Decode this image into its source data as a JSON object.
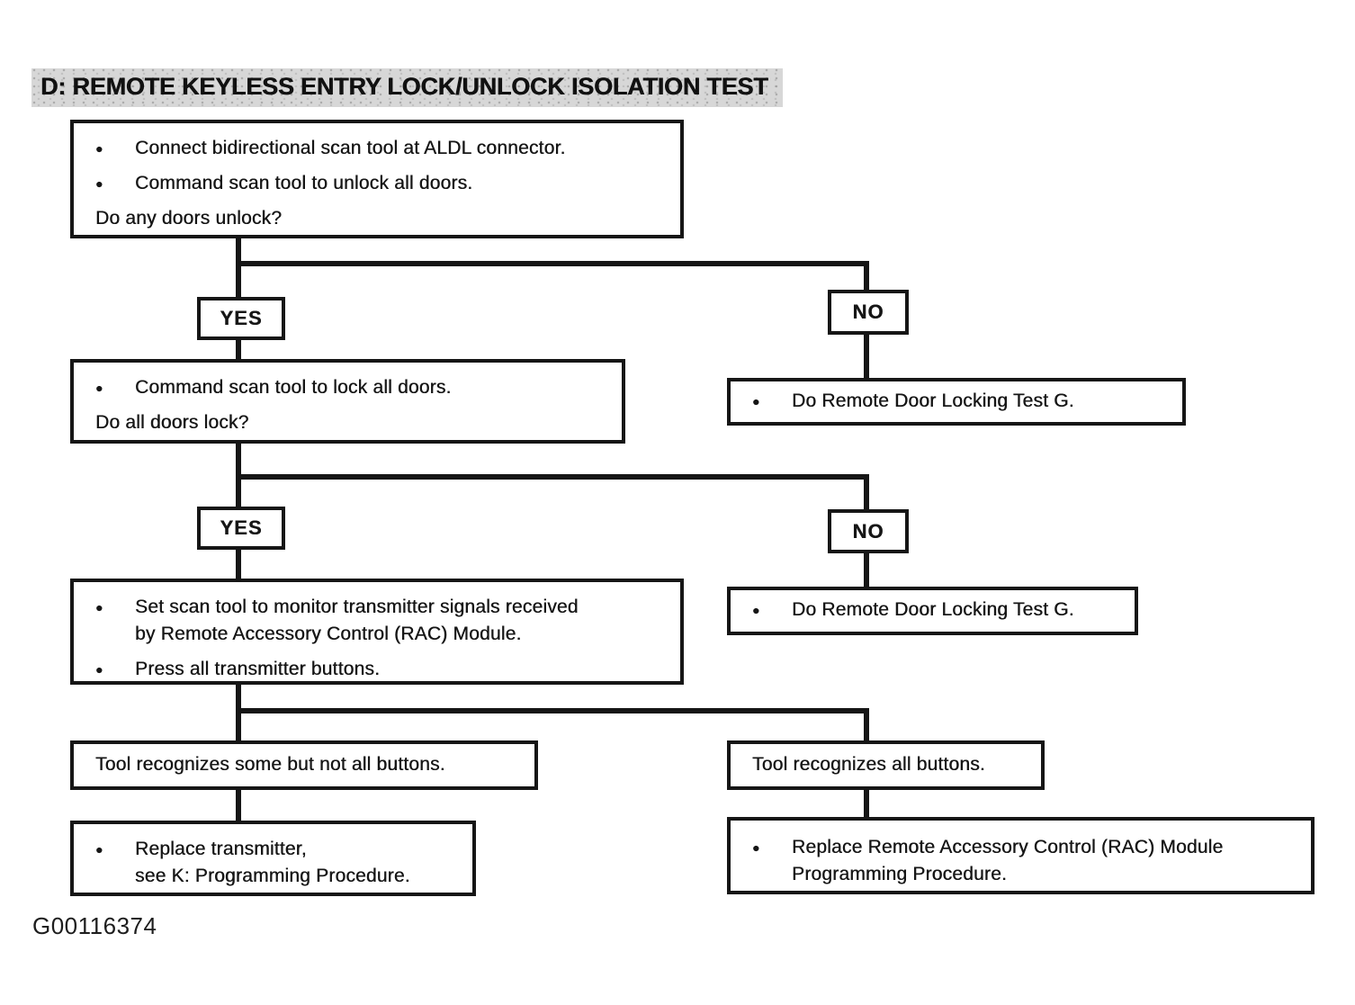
{
  "title": "D: REMOTE KEYLESS ENTRY LOCK/UNLOCK ISOLATION TEST",
  "figure_code": "G00116374",
  "bullet_char": "●",
  "colors": {
    "ink": "#161616",
    "paper": "#ffffff",
    "title_highlight": "#d7d7d7"
  },
  "labels": {
    "yes": "YES",
    "no": "NO"
  },
  "nodes": {
    "start": {
      "bullet1": "Connect bidirectional scan tool at ALDL connector.",
      "bullet2": "Command scan tool to unlock all doors.",
      "question": "Do any doors unlock?"
    },
    "lock": {
      "bullet1": "Command scan tool to lock all doors.",
      "question": "Do all doors lock?"
    },
    "test_g_unlock": {
      "bullet1": "Do Remote Door Locking Test G."
    },
    "monitor": {
      "bullet1_line1": "Set scan tool to monitor transmitter signals received",
      "bullet1_line2": "by Remote Accessory Control (RAC) Module.",
      "bullet2": "Press all transmitter buttons."
    },
    "test_g_lock": {
      "bullet1": "Do Remote Door Locking Test G."
    },
    "some_buttons": {
      "text": "Tool recognizes some but not all buttons."
    },
    "all_buttons": {
      "text": "Tool recognizes all buttons."
    },
    "replace_transmitter": {
      "bullet1_line1": "Replace transmitter,",
      "bullet1_line2": "see K: Programming  Procedure."
    },
    "replace_rac": {
      "bullet1_line1": "Replace Remote Accessory Control (RAC) Module",
      "bullet1_line2": "Programming Procedure."
    }
  }
}
